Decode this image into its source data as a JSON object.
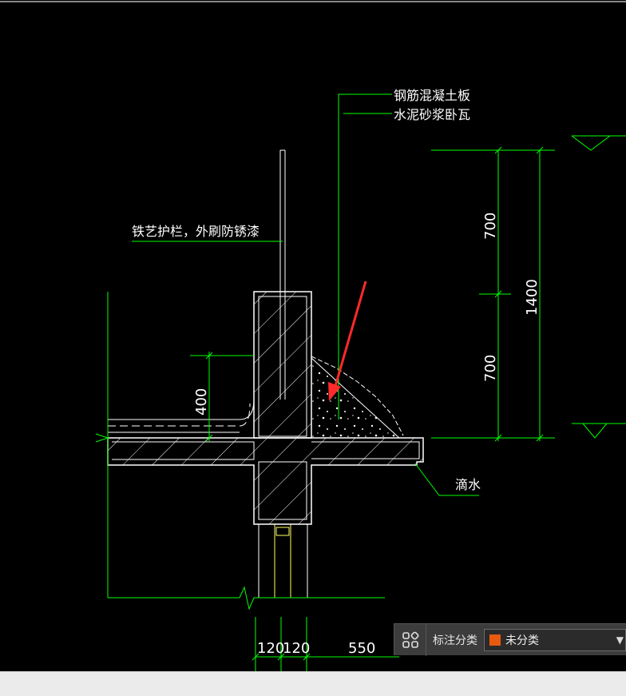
{
  "drawing": {
    "labels": {
      "rc_slab": "钢筋混凝土板",
      "mortar_tile": "水泥砂浆卧瓦",
      "railing": "铁艺护栏，外刷防锈漆",
      "drip": "滴水"
    },
    "dimensions": {
      "h400": "400",
      "upper700": "700",
      "lower700": "700",
      "total1400": "1400",
      "w120a": "120",
      "w120b": "120",
      "w550": "550"
    },
    "colors": {
      "line": "#00ff00",
      "object": "#ffffff",
      "arrow": "#ff2a2a",
      "background": "#000000"
    }
  },
  "annotation_bar": {
    "label": "标注分类",
    "selected": "未分类",
    "swatch_color": "#e85a0e",
    "icon": "grid-icon",
    "dropdown_icon": "chevron-down-icon"
  }
}
